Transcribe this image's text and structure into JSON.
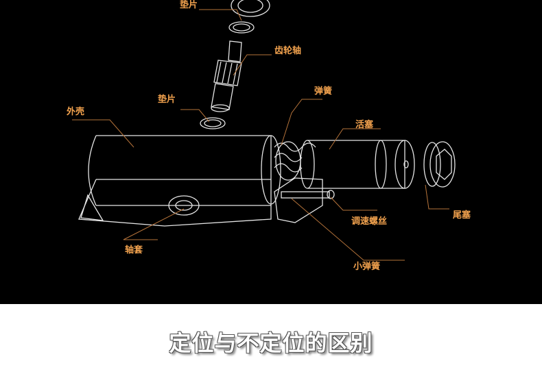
{
  "labels": {
    "washer_top": "垫片",
    "gear_shaft": "齿轮轴",
    "washer_mid": "垫片",
    "housing": "外壳",
    "spring": "弹簧",
    "piston": "活塞",
    "end_plug": "尾塞",
    "speed_screw": "调速螺丝",
    "bushing": "轴套",
    "small_spring": "小弹簧"
  },
  "title": "定位与不定位的区别",
  "colors": {
    "label": "#f2a24e",
    "leader": "#b5733a",
    "line_art": "#e8e8e8",
    "background": "#000000"
  }
}
